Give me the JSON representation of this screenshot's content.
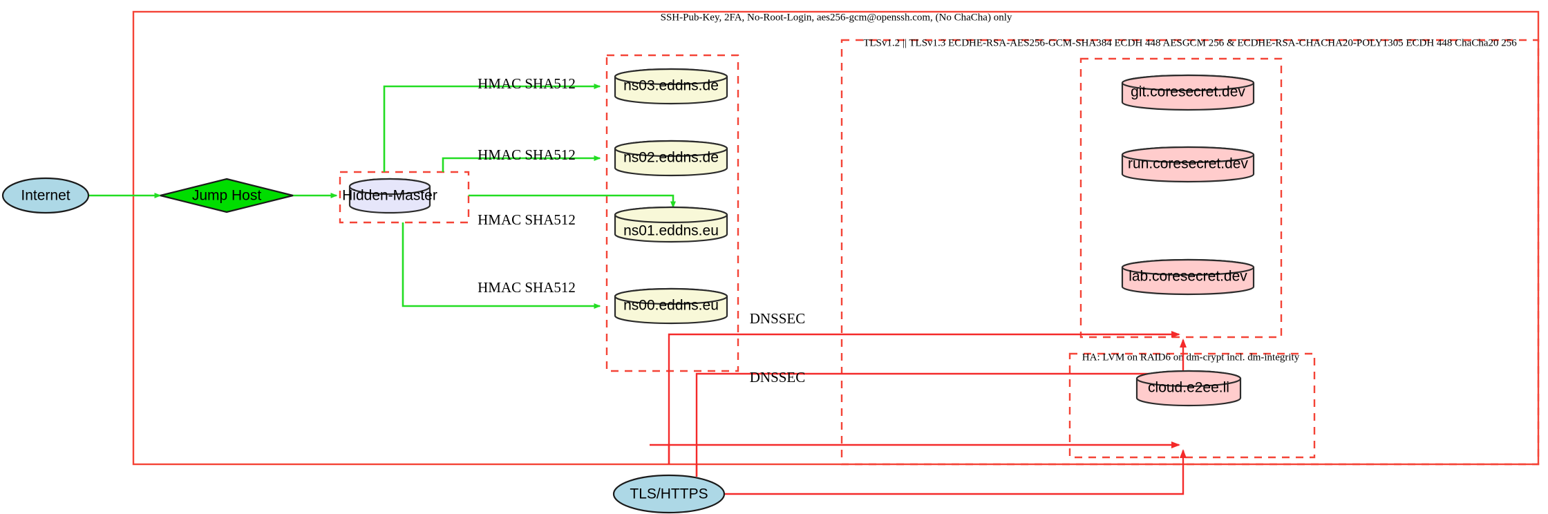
{
  "diagram": {
    "title_area": {
      "ssh_policy_label": "SSH-Pub-Key, 2FA, No-Root-Login, aes256-gcm@openssh.com, (No ChaCha) only",
      "tls_policy_label": "TLSv1.2 || TLSv1.3 ECDHE-RSA-AES256-GCM-SHA384 ECDH 448 AESGCM 256 & ECDHE-RSA-CHACHA20-POLY1305 ECDH 448 ChaCha20 256",
      "ha_storage_label": "HA: LVM on RAID6 on dm-crypt incl. dm-integrity"
    },
    "nodes": {
      "internet": "Internet",
      "jump_host": "Jump Host",
      "hidden_master": "Hidden-Master",
      "ns03": "ns03.eddns.de",
      "ns02": "ns02.eddns.de",
      "ns01": "ns01.eddns.eu",
      "ns00": "ns00.eddns.eu",
      "git": "git.coresecret.dev",
      "run": "run.coresecret.dev",
      "lab": "lab.coresecret.dev",
      "cloud": "cloud.e2ee.li",
      "tls_https": "TLS/HTTPS"
    },
    "edge_labels": {
      "hmac_ns03": "HMAC SHA512",
      "hmac_ns02": "HMAC SHA512",
      "hmac_ns01": "HMAC SHA512",
      "hmac_ns00": "HMAC SHA512",
      "dnssec_upper": "DNSSEC",
      "dnssec_lower": "DNSSEC"
    },
    "colors": {
      "internet_fill": "#add8e6",
      "jump_host_fill": "#00dd00",
      "hidden_master_fill": "#e6e6fa",
      "nameserver_fill": "#f5f5dc",
      "service_fill": "#ffcccc",
      "tls_fill": "#add8e6",
      "boundary_red": "#f44336",
      "edge_green": "#22dd22",
      "edge_red": "#f42a2a"
    }
  }
}
